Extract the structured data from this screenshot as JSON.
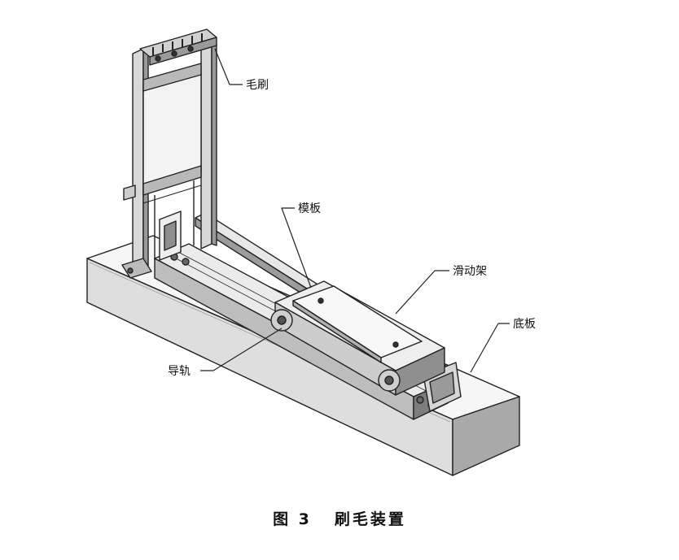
{
  "labels": {
    "brush": "毛刷",
    "template": "模板",
    "slider": "滑动架",
    "base": "底板",
    "guide_rail": "导轨"
  },
  "caption": {
    "number": "图 3",
    "title": "刷毛装置"
  },
  "colors": {
    "line": "#222222",
    "face_light": "#f4f4f4",
    "face_mid": "#cfcfcf",
    "face_dark": "#8a8a8a"
  }
}
